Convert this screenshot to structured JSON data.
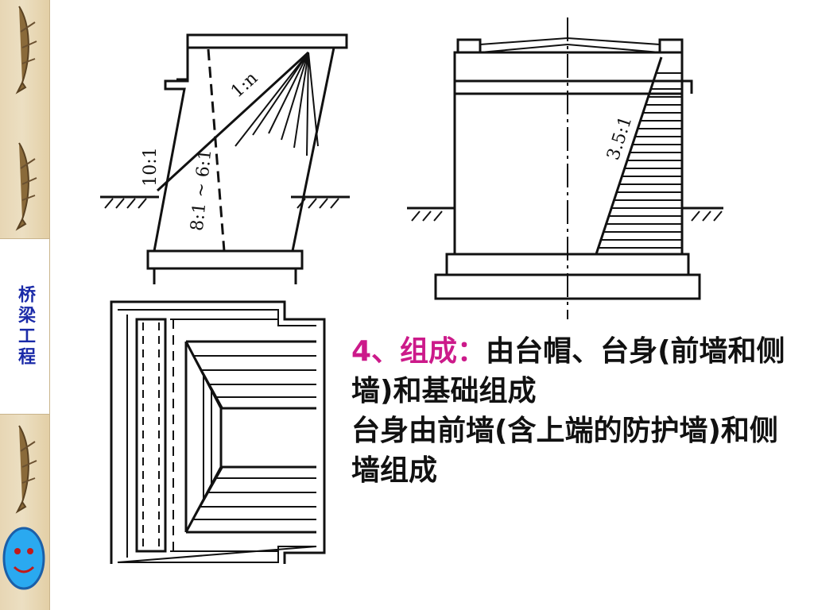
{
  "sidebar": {
    "title": "桥梁工程",
    "icons": [
      "fish-icon",
      "fish-icon",
      "fish-icon",
      "fish-icon",
      "smiley-face-icon"
    ]
  },
  "diagrams": {
    "abutment_left": {
      "slope_front": "10:1",
      "slope_back": "8:1 ~ 6:1",
      "slope_top": "1:n"
    },
    "abutment_right": {
      "slope": "3.5:1"
    }
  },
  "text": {
    "heading_label": "4、组成：",
    "heading_rest": "由台帽、台身(前墙和侧墙)和基础组成",
    "body": "台身由前墙(含上端的防护墙)和侧墙组成"
  },
  "colors": {
    "heading": "#cc1a8a",
    "sidebar_title": "#1a2aa8",
    "smiley": "#2aa9f0"
  }
}
